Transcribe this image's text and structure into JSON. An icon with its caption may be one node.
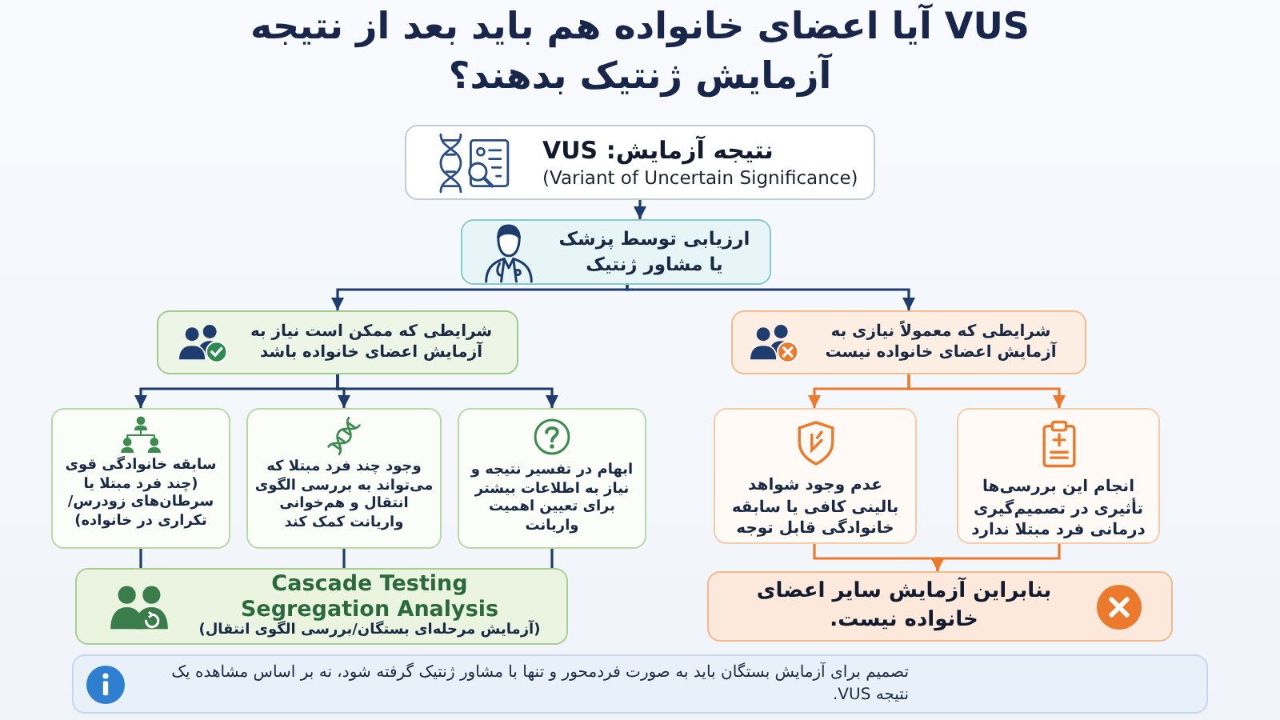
{
  "diagram": {
    "title": "آیا اعضای خانواده هم باید بعد از نتیجه **VUS** آزمایش ژنتیک بدهند؟",
    "nodes": [
      {
        "text": [
          "نتیجه آزمایش: VUS",
          "(Variant of Uncertain Significance)"
        ]
      },
      {
        "text": [
          "ارزیابی توسط پزشک یا مشاور ژنتیک"
        ]
      },
      {
        "text": [
          "شرایطی که معمولاً نیازی به آزمایش اعضای خانواده نیست"
        ]
      },
      {
        "text": [
          "شرایطی که ممکن است نیاز به آزمایش اعضای خانواده باشد"
        ]
      },
      {
        "text": [
          "انجام این بررسی‌ها تأثیری در تصمیم‌گیری درمانی فرد مبتلا ندارد"
        ]
      },
      {
        "text": [
          "عدم وجود شواهد بالینی کافی یا سابقه خانوادگی قابل توجه"
        ]
      },
      {
        "text": [
          "ابهام در تفسیر نتیجه و نیاز به اطلاعات بیشتر برای تعیین اهمیت واریانت"
        ]
      },
      {
        "text": [
          "وجود چند فرد مبتلا که می‌تواند به بررسی الگوی انتقال و هم‌خوانی واریانت کمک کند"
        ]
      },
      {
        "text": [
          "سابقه خانوادگی قوی (چند فرد مبتلا یا سرطان‌های زودرس/تکراری در خانواده)"
        ]
      },
      {
        "text": [
          "بنابراین آزمایش سایر اعضای خانواده نیست."
        ]
      },
      {
        "text": [
          "Cascade Testing",
          "Segregation Analysis",
          "(آزمایش مرحله‌ای بستگان/بررسی الگوی انتقال)"
        ]
      },
      {
        "text": [
          "تصمیم برای آزمایش بستگان باید به صورت فردمحور و تنها با مشاور ژنتیک گرفته شود، نه بر اساس مشاهده یک نتیجه VUS."
        ]
      }
    ],
    "edges": [
      {
        "from": 0,
        "to": 1,
        "arrow": "to"
      },
      {
        "from": 1,
        "to": 2,
        "arrow": "to"
      },
      {
        "from": 1,
        "to": 3,
        "arrow": "to"
      },
      {
        "from": 2,
        "to": 4,
        "arrow": "to",
        "color": "#ec7a2c"
      },
      {
        "from": 2,
        "to": 5,
        "arrow": "to",
        "color": "#ec7a2c"
      },
      {
        "from": 3,
        "to": 6,
        "arrow": "to"
      },
      {
        "from": 3,
        "to": 7,
        "arrow": "to"
      },
      {
        "from": 3,
        "to": 8,
        "arrow": "to"
      },
      {
        "from": 4,
        "to": 9,
        "arrow": "to",
        "color": "#ec7a2c"
      },
      {
        "from": 5,
        "to": 9,
        "arrow": "to",
        "color": "#ec7a2c"
      },
      {
        "from": 6,
        "to": 10,
        "arrow": "none"
      },
      {
        "from": 7,
        "to": 10,
        "arrow": "none"
      },
      {
        "from": 8,
        "to": 10,
        "arrow": "none"
      }
    ]
  }
}
